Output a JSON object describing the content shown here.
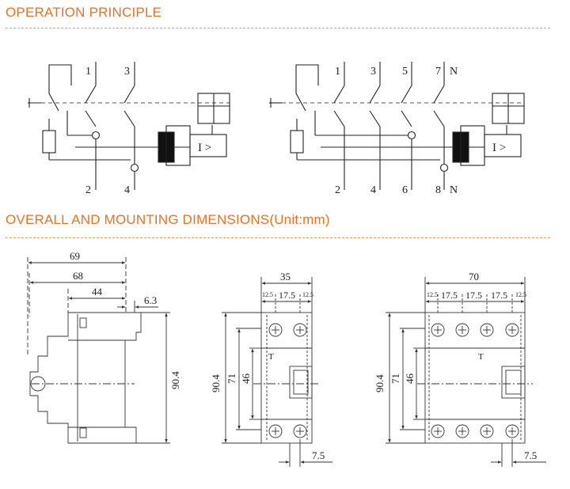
{
  "sections": {
    "operation": "OPERATION PRINCIPLE",
    "dimensions": "OVERALL AND MOUNTING DIMENSIONS(Unit:mm)"
  },
  "schematic_2p": {
    "top_terminals": [
      "1",
      "3"
    ],
    "bottom_terminals": [
      "2",
      "4"
    ],
    "relay": "I >"
  },
  "schematic_4p": {
    "top_terminals": [
      "1",
      "3",
      "5",
      "7",
      "N"
    ],
    "bottom_terminals": [
      "2",
      "4",
      "6",
      "8",
      "N"
    ],
    "relay": "I >"
  },
  "side_view": {
    "overall_width": "69",
    "body_width": "68",
    "rail_width": "44",
    "offset": "6.3",
    "height": "90.4"
  },
  "front_2p": {
    "width": "35",
    "edge_left": "12.5",
    "pitch": "17.5",
    "edge_right": "12.5",
    "height": "90.4",
    "panel_height": "71",
    "window_height": "46",
    "bottom_offset": "7.5",
    "toggle_label": "T"
  },
  "front_4p": {
    "width": "70",
    "edge_left": "12.5",
    "pitch_1": "17.5",
    "pitch_2": "17.5",
    "pitch_3": "17.5",
    "edge_right": "12.5",
    "height": "90.4",
    "panel_height": "71",
    "window_height": "46",
    "bottom_offset": "7.5",
    "toggle_label": "T"
  }
}
